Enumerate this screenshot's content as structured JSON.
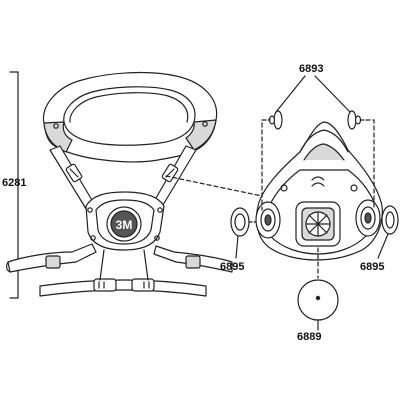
{
  "diagram": {
    "labels": {
      "harness": "6281",
      "inhalation_valve": "6893",
      "bayonet_seal_left": "6895",
      "bayonet_seal_right": "6895",
      "exhalation_valve": "6889"
    },
    "logo_text": "3M",
    "colors": {
      "line": "#222222",
      "fill": "#ffffff",
      "shade": "#d9d9d9",
      "dark": "#555555"
    }
  }
}
